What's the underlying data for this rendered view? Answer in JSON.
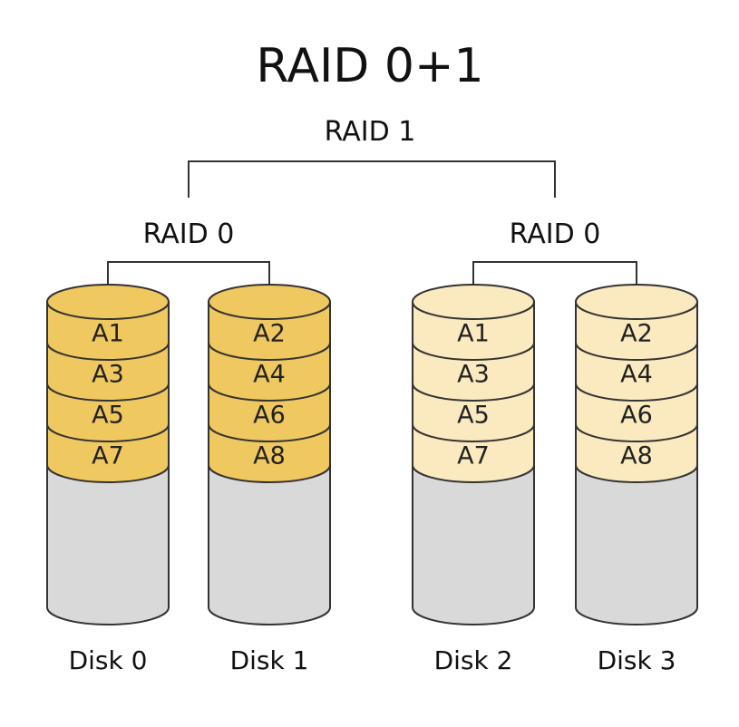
{
  "title": "RAID 0+1",
  "mirror_label": "RAID 1",
  "stripe_sets": [
    {
      "label": "RAID 0",
      "fill": "#f0c860",
      "disks": [
        {
          "label": "Disk 0",
          "blocks": [
            "A1",
            "A3",
            "A5",
            "A7"
          ]
        },
        {
          "label": "Disk 1",
          "blocks": [
            "A2",
            "A4",
            "A6",
            "A8"
          ]
        }
      ]
    },
    {
      "label": "RAID 0",
      "fill": "#fbe9bf",
      "disks": [
        {
          "label": "Disk 2",
          "blocks": [
            "A1",
            "A3",
            "A5",
            "A7"
          ]
        },
        {
          "label": "Disk 3",
          "blocks": [
            "A2",
            "A4",
            "A6",
            "A8"
          ]
        }
      ]
    }
  ],
  "colors": {
    "empty_disk": "#d9d9d9",
    "stroke": "#333333"
  }
}
